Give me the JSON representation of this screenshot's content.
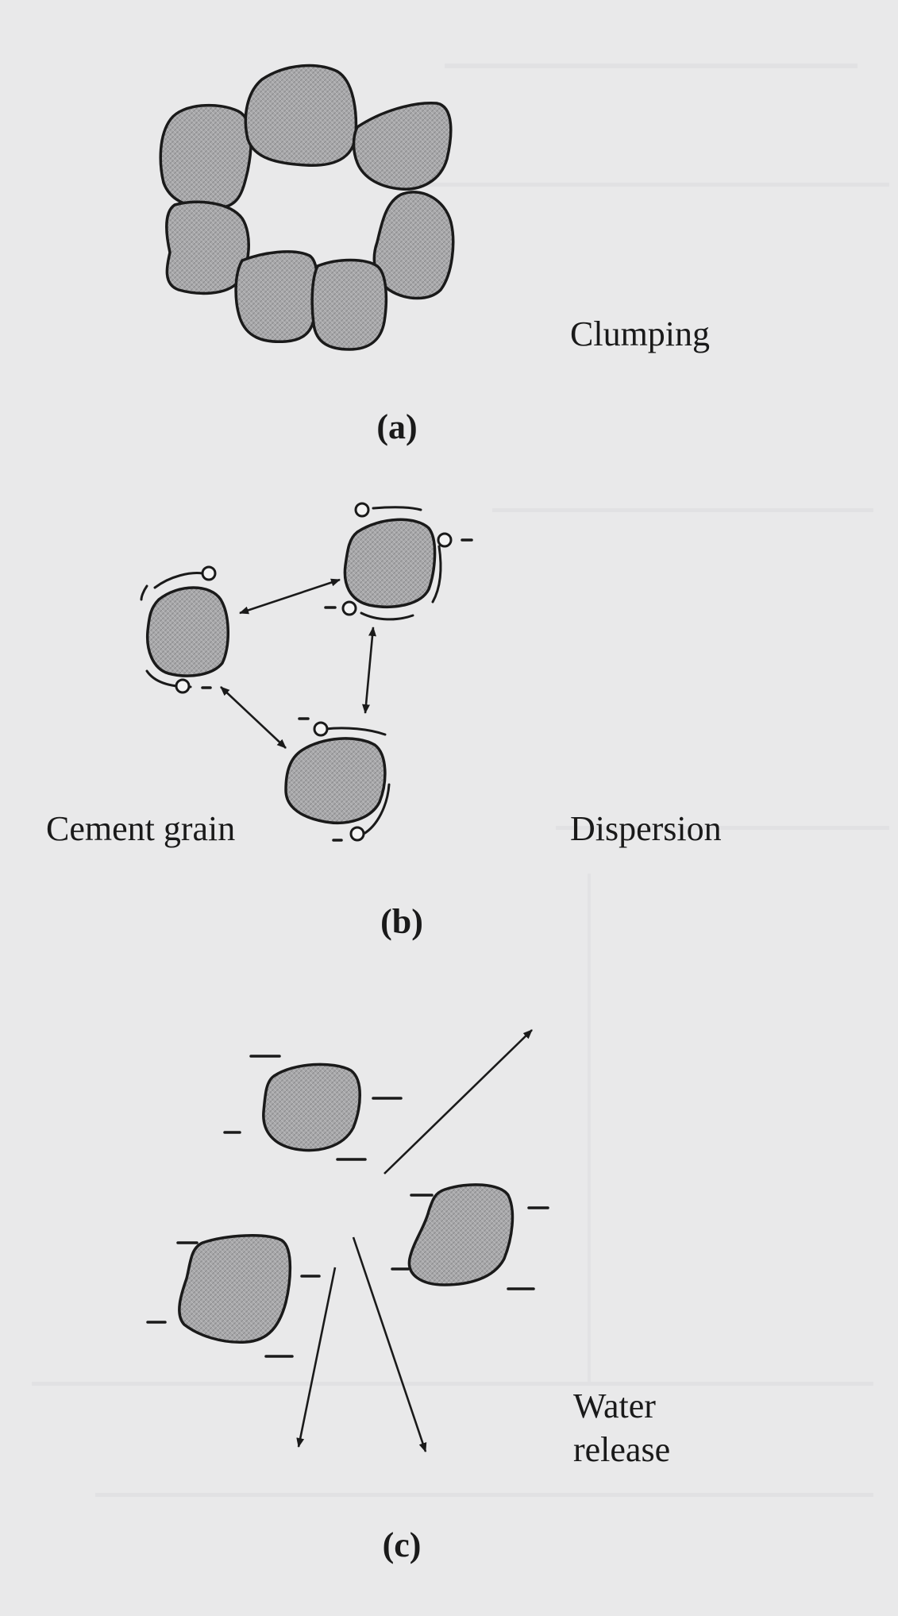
{
  "panels": {
    "a": {
      "caption": "(a)",
      "label": "Clumping"
    },
    "b": {
      "caption": "(b)",
      "label_left": "Cement grain",
      "label_right": "Dispersion"
    },
    "c": {
      "caption": "(c)",
      "label_line1": "Water",
      "label_line2": "release"
    }
  },
  "colors": {
    "background": "#e9e9ea",
    "grain_fill": "#a9a9ab",
    "ink": "#1a1a1a"
  }
}
